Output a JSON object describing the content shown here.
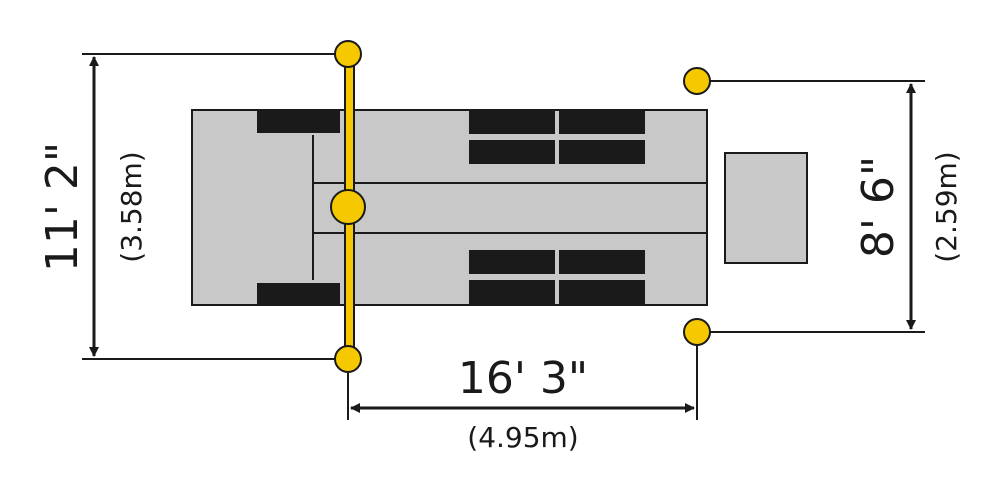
{
  "dimensions": {
    "height": {
      "imperial": "11' 2\"",
      "metric": "(3.58m)"
    },
    "length": {
      "imperial": "16' 3\"",
      "metric": "(4.95m)"
    },
    "width": {
      "imperial": "8' 6\"",
      "metric": "(2.59m)"
    }
  },
  "colors": {
    "body": "#c8c8c8",
    "outline": "#1a1a1a",
    "marker": "#f5c800",
    "marker_outline": "#1a1a1a",
    "lines": "#1a1a1a"
  }
}
